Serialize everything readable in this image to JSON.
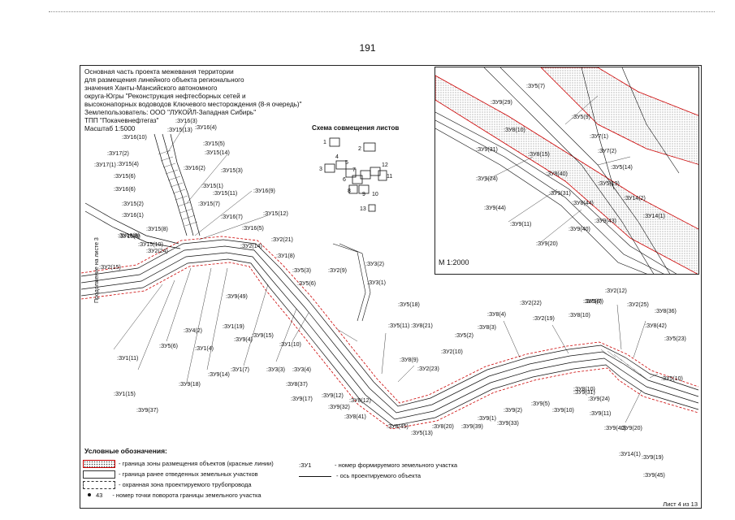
{
  "page_number": "191",
  "header_lines": [
    "Основная часть проекта межевания территории",
    "для размещения линейного объекта регионального",
    "значения Ханты-Мансийского автономного",
    "округа-Югры \"Реконструкция нефтесборных сетей и",
    "высоконапорных водоводов Ключевого месторождения (8-я очередь)\"",
    "Землепользователь: ООО \"ЛУКОЙЛ-Западная Сибирь\"",
    "ТПП \"Покачевнефтегаз\"",
    "Масштаб 1:5000"
  ],
  "schema": {
    "title": "Схема совмещения листов",
    "sheets": [
      "1",
      "2",
      "3",
      "4",
      "5",
      "6",
      "7",
      "8",
      "9",
      "10",
      "11",
      "12",
      "13"
    ]
  },
  "inset": {
    "scale": "М 1:2000",
    "labels": [
      ":ЗУ5(7)",
      ":ЗУ9(29)",
      ":ЗУ5(9)",
      ":ЗУ8(10)",
      ":ЗУ7(1)",
      ":ЗУ9(31)",
      ":ЗУ8(15)",
      ":ЗУ7(2)",
      ":ЗУ8(40)",
      ":ЗУ5(14)",
      ":ЗУ9(24)",
      ":ЗУ5(19)",
      ":ЗУ9(31)",
      ":ЗУ14(2)",
      ":ЗУ9(44)",
      ":ЗУ8(44)",
      ":ЗУ9(43)",
      ":ЗУ14(1)",
      ":ЗУ9(11)",
      ":ЗУ9(40)",
      ":ЗУ9(20)"
    ]
  },
  "map_labels": [
    ":ЗУ16(3)",
    ":ЗУ16(4)",
    ":ЗУ15(13)",
    ":ЗУ16(10)",
    ":ЗУ15(5)",
    ":ЗУ17(2)",
    ":ЗУ15(14)",
    ":ЗУ17(1)",
    ":ЗУ15(4)",
    ":ЗУ16(2)",
    ":ЗУ15(3)",
    ":ЗУ15(6)",
    ":ЗУ15(1)",
    ":ЗУ16(6)",
    ":ЗУ15(11)",
    ":ЗУ16(9)",
    ":ЗУ15(2)",
    ":ЗУ15(7)",
    ":ЗУ16(1)",
    ":ЗУ15(12)",
    ":ЗУ15(8)",
    ":ЗУ16(7)",
    ":ЗУ15(9)",
    ":ЗУ16(5)",
    ":ЗУ16(8)",
    ":ЗУ2(21)",
    ":ЗУ15(10)",
    ":ЗУ2(14)",
    ":ЗУ2(24)",
    ":ЗУ1(8)",
    ":ЗУ2(15)",
    ":ЗУ5(3)",
    ":ЗУ2(9)",
    ":ЗУ3(2)",
    ":ЗУ5(6)",
    ":ЗУ3(1)",
    ":ЗУ9(49)",
    ":ЗУ5(18)",
    ":ЗУ1(19)",
    ":ЗУ5(11)",
    ":ЗУ8(21)",
    ":ЗУ4(2)",
    ":ЗУ9(15)",
    ":ЗУ9(4)",
    ":ЗУ1(10)",
    ":ЗУ5(6)",
    ":ЗУ1(4)",
    ":ЗУ1(11)",
    ":ЗУ1(7)",
    ":ЗУ3(3)",
    ":ЗУ3(4)",
    ":ЗУ9(14)",
    ":ЗУ9(18)",
    ":ЗУ8(37)",
    ":ЗУ1(15)",
    ":ЗУ9(17)",
    ":ЗУ9(12)",
    ":ЗУ8(12)",
    ":ЗУ9(37)",
    ":ЗУ9(32)",
    ":ЗУ8(41)",
    ":ЗУ8(45)",
    ":ЗУ5(13)",
    ":ЗУ8(20)",
    ":ЗУ9(39)",
    ":ЗУ9(33)",
    ":ЗУ9(1)",
    ":ЗУ9(2)",
    ":ЗУ9(5)",
    ":ЗУ9(10)",
    ":ЗУ8(9)",
    ":ЗУ2(23)",
    ":ЗУ2(10)",
    ":ЗУ5(2)",
    ":ЗУ8(3)",
    ":ЗУ8(4)",
    ":ЗУ2(22)",
    ":ЗУ2(19)",
    ":ЗУ8(10)",
    ":ЗУ5(7)",
    ":ЗУ2(12)",
    ":ЗУ2(25)",
    ":ЗУ8(36)",
    ":ЗУ8(42)",
    ":ЗУ5(23)",
    ":ЗУ9(31)",
    ":ЗУ9(24)",
    ":ЗУ9(11)",
    ":ЗУ9(40)",
    ":ЗУ9(20)",
    ":ЗУ14(1)",
    ":ЗУ9(19)",
    ":ЗУ9(45)",
    ":ЗУ8(10)",
    ":ЗУ5(10)",
    ":ЗУ5(8)"
  ],
  "side_note": "Продолжение на листе 3",
  "legend": {
    "title": "Условные обозначения:",
    "items_left": [
      "- граница зоны размещения объектов (красные линии)",
      "- граница ранее отведенных земельных участков",
      "- охранная зона проектируемого трубопровода",
      "- номер точки поворота границы земельного участка"
    ],
    "point_example": "43",
    "items_right_key": ":ЗУ1",
    "items_right": [
      "- номер формируемого земельного участка",
      "- ось проектируемого объекта"
    ]
  },
  "sheet_label": "Лист 4 из 13",
  "colors": {
    "ink": "#111111",
    "red_line": "#cc0000",
    "hatch": "#444444"
  }
}
